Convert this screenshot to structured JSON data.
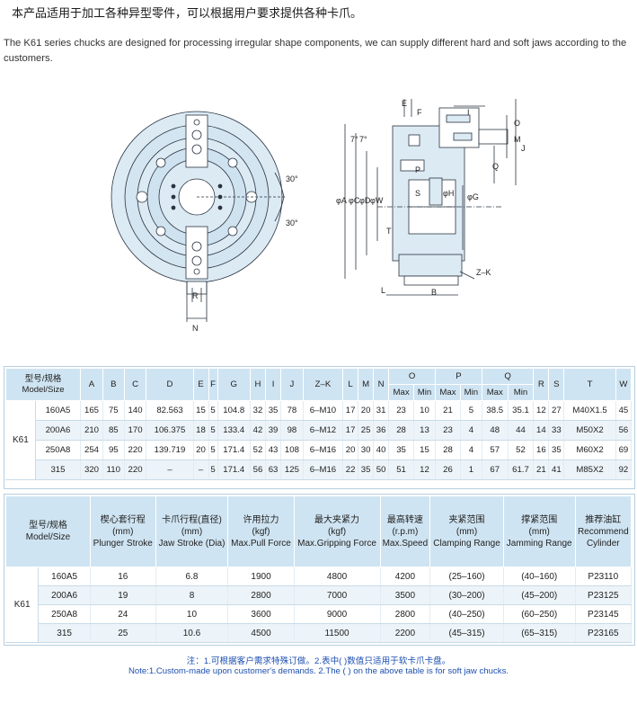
{
  "intro": {
    "cn": "本产品适用于加工各种异型零件，可以根据用户要求提供各种卡爪。",
    "en": "The K61 series chucks are designed for processing irregular shape components, we can supply different hard and soft jaws according to the customers."
  },
  "drawing_labels": {
    "front_angle_top": "30°",
    "front_angle_bottom": "30°",
    "front_r": "R",
    "front_n": "N",
    "A": "φA",
    "C": "φC",
    "D": "φD",
    "W": "φW",
    "G": "φG",
    "H": "φH",
    "E": "E",
    "F": "F",
    "I": "I",
    "J": "J",
    "M": "M",
    "O": "O",
    "Q": "Q",
    "P": "P",
    "S": "S",
    "T": "T",
    "L": "L",
    "B": "B",
    "ZK": "Z–K",
    "small_angle": "7°",
    "small_angle_2": "7°"
  },
  "table1": {
    "header": {
      "model_cn": "型号/规格",
      "model_en": "Model/Size",
      "cols": [
        "A",
        "B",
        "C",
        "D",
        "E",
        "F",
        "G",
        "H",
        "I",
        "J",
        "Z–K",
        "L",
        "M",
        "N"
      ],
      "groups": [
        "O",
        "P",
        "Q"
      ],
      "max": "Max",
      "min": "Min",
      "tail": [
        "R",
        "S",
        "T",
        "W"
      ]
    },
    "model": "K61",
    "rows": [
      {
        "size": "160A5",
        "A": "165",
        "B": "75",
        "C": "140",
        "D": "82.563",
        "E": "15",
        "F": "5",
        "G": "104.8",
        "H": "32",
        "I": "35",
        "J": "78",
        "ZK": "6–M10",
        "L": "17",
        "M": "20",
        "N": "31",
        "O_max": "23",
        "O_min": "10",
        "P_max": "21",
        "P_min": "5",
        "Q_max": "38.5",
        "Q_min": "35.1",
        "R": "12",
        "S": "27",
        "T": "M40X1.5",
        "W": "45"
      },
      {
        "size": "200A6",
        "A": "210",
        "B": "85",
        "C": "170",
        "D": "106.375",
        "E": "18",
        "F": "5",
        "G": "133.4",
        "H": "42",
        "I": "39",
        "J": "98",
        "ZK": "6–M12",
        "L": "17",
        "M": "25",
        "N": "36",
        "O_max": "28",
        "O_min": "13",
        "P_max": "23",
        "P_min": "4",
        "Q_max": "48",
        "Q_min": "44",
        "R": "14",
        "S": "33",
        "T": "M50X2",
        "W": "56"
      },
      {
        "size": "250A8",
        "A": "254",
        "B": "95",
        "C": "220",
        "D": "139.719",
        "E": "20",
        "F": "5",
        "G": "171.4",
        "H": "52",
        "I": "43",
        "J": "108",
        "ZK": "6–M16",
        "L": "20",
        "M": "30",
        "N": "40",
        "O_max": "35",
        "O_min": "15",
        "P_max": "28",
        "P_min": "4",
        "Q_max": "57",
        "Q_min": "52",
        "R": "16",
        "S": "35",
        "T": "M60X2",
        "W": "69"
      },
      {
        "size": "315",
        "A": "320",
        "B": "110",
        "C": "220",
        "D": "–",
        "E": "–",
        "F": "5",
        "G": "171.4",
        "H": "56",
        "I": "63",
        "J": "125",
        "ZK": "6–M16",
        "L": "22",
        "M": "35",
        "N": "50",
        "O_max": "51",
        "O_min": "12",
        "P_max": "26",
        "P_min": "1",
        "Q_max": "67",
        "Q_min": "61.7",
        "R": "21",
        "S": "41",
        "T": "M85X2",
        "W": "92"
      }
    ]
  },
  "table2": {
    "header": {
      "model": {
        "cn": "型号/规格",
        "en": "Model/Size"
      },
      "cols": [
        {
          "cn": "楔心套行程",
          "unit": "(mm)",
          "en": "Plunger Stroke"
        },
        {
          "cn": "卡爪行程(直径)",
          "unit": "(mm)",
          "en": "Jaw Stroke (Dia)"
        },
        {
          "cn": "许用拉力",
          "unit": "(kgf)",
          "en": "Max.Pull Force"
        },
        {
          "cn": "最大夹紧力",
          "unit": "(kgf)",
          "en": "Max.Gripping Force"
        },
        {
          "cn": "最高转速",
          "unit": "(r.p.m)",
          "en": "Max.Speed"
        },
        {
          "cn": "夹紧范围",
          "unit": "(mm)",
          "en": "Clamping Range"
        },
        {
          "cn": "撑紧范围",
          "unit": "(mm)",
          "en": "Jamming Range"
        },
        {
          "cn": "推荐油缸",
          "unit": "Recommend",
          "en": "Cylinder"
        }
      ]
    },
    "model": "K61",
    "rows": [
      {
        "size": "160A5",
        "plunger": "16",
        "jaw": "6.8",
        "pull": "1900",
        "grip": "4800",
        "speed": "4200",
        "clamp": "(25–160)",
        "jam": "(40–160)",
        "cyl": "P23110"
      },
      {
        "size": "200A6",
        "plunger": "19",
        "jaw": "8",
        "pull": "2800",
        "grip": "7000",
        "speed": "3500",
        "clamp": "(30–200)",
        "jam": "(45–200)",
        "cyl": "P23125"
      },
      {
        "size": "250A8",
        "plunger": "24",
        "jaw": "10",
        "pull": "3600",
        "grip": "9000",
        "speed": "2800",
        "clamp": "(40–250)",
        "jam": "(60–250)",
        "cyl": "P23145"
      },
      {
        "size": "315",
        "plunger": "25",
        "jaw": "10.6",
        "pull": "4500",
        "grip": "11500",
        "speed": "2200",
        "clamp": "(45–315)",
        "jam": "(65–315)",
        "cyl": "P23165"
      }
    ]
  },
  "notes": {
    "cn": "注：1.可根据客户需求特殊订做。2.表中( )数值只适用于软卡爪卡盘。",
    "en": "Note:1.Custom-made upon customer's demands.   2.The (  ) on the above table is for soft jaw chucks."
  },
  "colors": {
    "header_bg": "#cfe4f2",
    "body_stripe": "#edf4f9",
    "note_blue": "#1d4fb0",
    "drawing_fill": "#dceaf4",
    "drawing_stroke": "#2a3440"
  }
}
